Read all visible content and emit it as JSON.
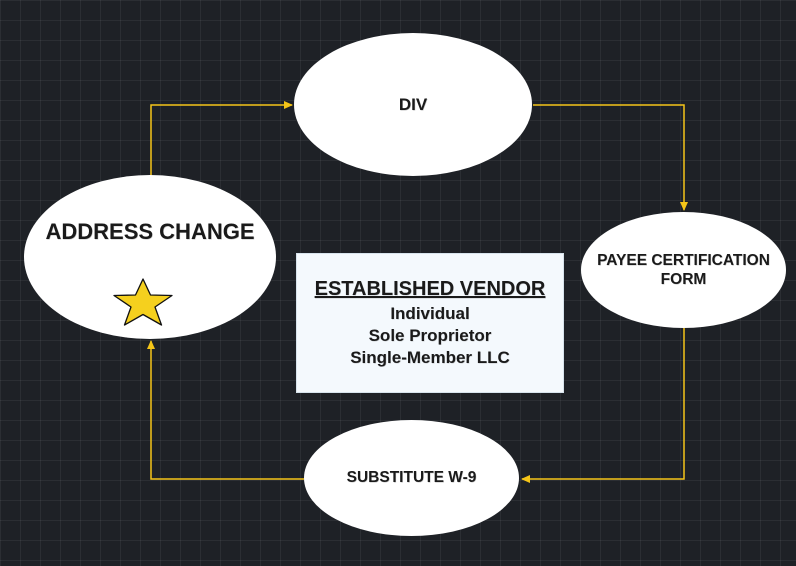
{
  "diagram": {
    "line_color": "#f5c518",
    "star_color": "#f5d01e",
    "nodes": {
      "div": "DIV",
      "payee": "PAYEE CERTIFICATION FORM",
      "w9": "SUBSTITUTE W-9",
      "address": "ADDRESS CHANGE"
    },
    "center": {
      "title": "ESTABLISHED VENDOR",
      "lines": [
        "Individual",
        "Sole Proprietor",
        "Single-Member LLC"
      ]
    },
    "star_icon": "star-icon"
  }
}
